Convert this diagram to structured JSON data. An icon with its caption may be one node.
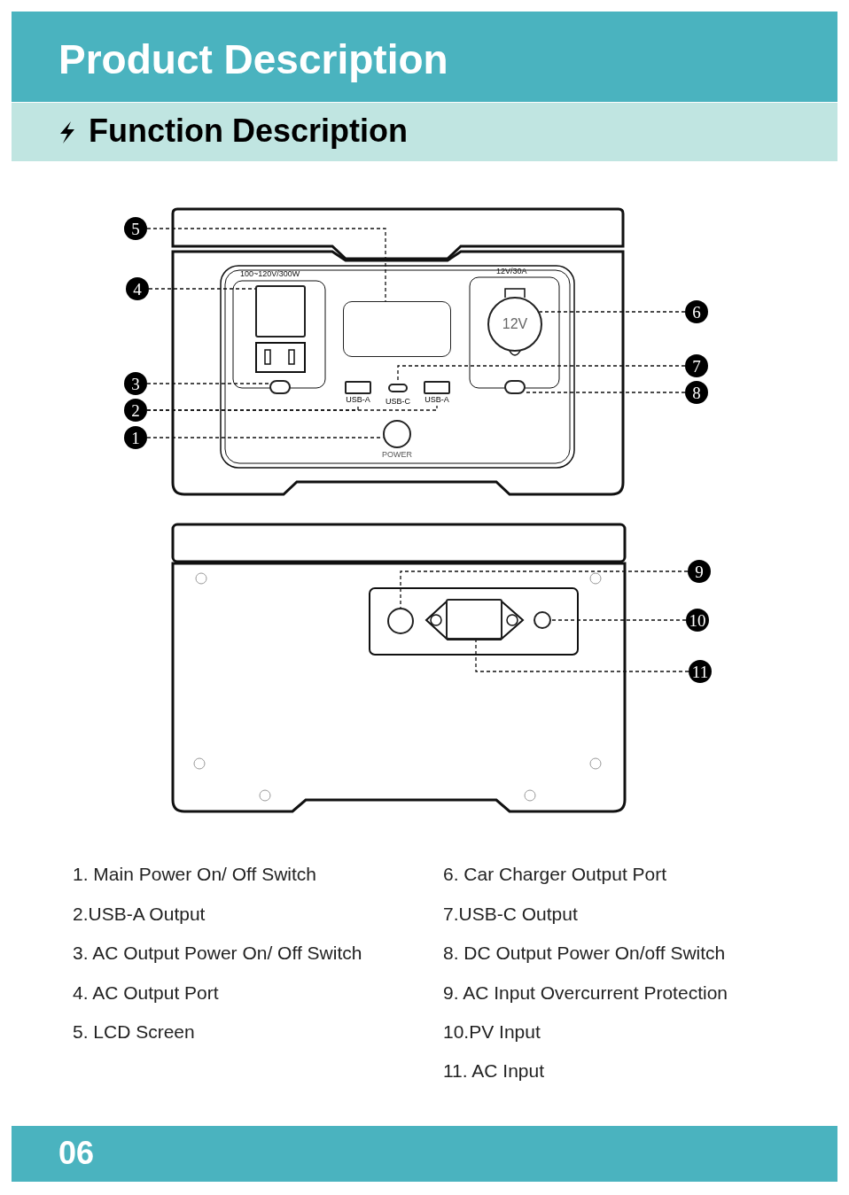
{
  "diagram": {
    "title": "Product Description",
    "nodes": [
      {
        "text": [
          "5"
        ]
      },
      {
        "text": [
          "4"
        ]
      },
      {
        "text": [
          "3"
        ]
      },
      {
        "text": [
          "2"
        ]
      },
      {
        "text": [
          "1"
        ]
      },
      {
        "text": [
          "6"
        ]
      },
      {
        "text": [
          "7"
        ]
      },
      {
        "text": [
          "8"
        ]
      },
      {
        "text": [
          "9"
        ]
      },
      {
        "text": [
          "10"
        ]
      },
      {
        "text": [
          "11"
        ]
      },
      {
        "text": [],
        "shape": "box"
      },
      {
        "text": [],
        "shape": "box"
      },
      {
        "text": [],
        "shape": "box"
      },
      {
        "text": [
          "USB-A"
        ]
      },
      {
        "text": [
          "USB-A"
        ]
      },
      {
        "text": [],
        "shape": "circle",
        "beside": [
          "POWER"
        ]
      },
      {
        "text": [
          "12V"
        ]
      },
      {
        "text": [
          "USB-C"
        ]
      },
      {
        "text": [],
        "shape": "box"
      },
      {
        "text": [],
        "shape": "circle"
      },
      {
        "text": [],
        "shape": "circle"
      },
      {
        "text": [],
        "shape": "box"
      }
    ],
    "edges": [
      {
        "from": 0,
        "to": 11,
        "arrow": "none"
      },
      {
        "from": 1,
        "to": 12,
        "arrow": "none"
      },
      {
        "from": 2,
        "to": 13,
        "arrow": "none"
      },
      {
        "from": 3,
        "to": 14,
        "arrow": "none"
      },
      {
        "from": 3,
        "to": 15,
        "arrow": "none"
      },
      {
        "from": 4,
        "to": 16,
        "arrow": "none"
      },
      {
        "from": 5,
        "to": 17,
        "arrow": "none"
      },
      {
        "from": 6,
        "to": 18,
        "arrow": "none"
      },
      {
        "from": 7,
        "to": 19,
        "arrow": "none"
      },
      {
        "from": 8,
        "to": 20,
        "arrow": "none"
      },
      {
        "from": 9,
        "to": 21,
        "arrow": "none"
      },
      {
        "from": 10,
        "to": 22,
        "arrow": "none"
      }
    ],
    "labels": [
      "Function Description",
      "100~120V/300W",
      "12V/30A",
      "1. Main Power On/ Off Switch",
      "2.USB-A Output",
      "3. AC Output Power On/ Off Switch",
      "4. AC Output Port",
      "5. LCD Screen",
      "6. Car Charger Output Port",
      "7.USB-C Output",
      "8. DC Output Power On/off Switch",
      "9. AC Input Overcurrent Protection",
      "10.PV Input",
      "11. AC Input",
      "06"
    ]
  }
}
